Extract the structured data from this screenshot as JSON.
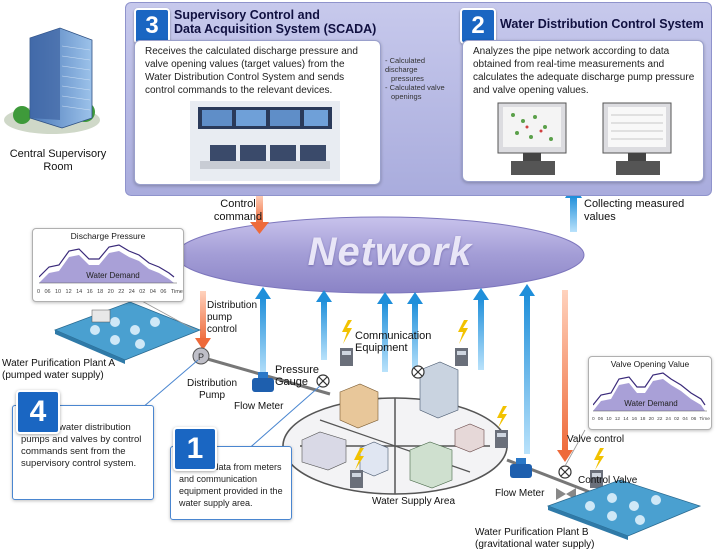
{
  "scada": {
    "number": "3",
    "title_line1": "Supervisory Control and",
    "title_line2": "Data Acquisition System (SCADA)",
    "description": "Receives the calculated discharge pressure and valve opening values (target values) from the Water Distribution Control System and sends control commands to the relevant devices."
  },
  "wdcs": {
    "number": "2",
    "title": "Water Distribution Control System",
    "description": "Analyzes the pipe network according to data obtained from real-time measurements and calculates the adequate discharge pump pressure and valve opening values."
  },
  "transfer_notes": {
    "line1": "- Calculated discharge",
    "line2": "pressures",
    "line3": "- Calculated valve",
    "line4": "openings"
  },
  "central_room": {
    "line1": "Central Supervisory",
    "line2": "Room"
  },
  "network": {
    "label": "Network"
  },
  "labels": {
    "control_cmd_1": "Control",
    "control_cmd_2": "command",
    "collecting_1": "Collecting measured",
    "collecting_2": "values",
    "dist_pump_ctrl_1": "Distribution",
    "dist_pump_ctrl_2": "pump",
    "dist_pump_ctrl_3": "control",
    "comm_equip_1": "Communication",
    "comm_equip_2": "Equipment",
    "pressure_gauge_1": "Pressure",
    "pressure_gauge_2": "Gauge",
    "dist_pump_1": "Distribution",
    "dist_pump_2": "Pump",
    "flow_meter_a": "Flow Meter",
    "flow_meter_b": "Flow Meter",
    "valve_control": "Valve control",
    "control_valve": "Control Valve",
    "water_supply_area": "Water Supply Area",
    "plant_a_1": "Water Purification Plant A",
    "plant_a_2": "(pumped water supply)",
    "plant_b_1": "Water Purification Plant B",
    "plant_b_2": "(gravitational water supply)"
  },
  "step4": {
    "number": "4",
    "description": "Controls water distribution pumps and valves by control commands sent from the supervisory control system."
  },
  "step1": {
    "number": "1",
    "description": "Collects data from meters and communication equipment provided in the water supply area."
  },
  "discharge_chart": {
    "title": "Discharge Pressure",
    "area_label": "Water Demand",
    "ticks": [
      "0",
      "06",
      "10",
      "12",
      "14",
      "16",
      "18",
      "20",
      "22",
      "24",
      "02",
      "04",
      "06",
      "Time"
    ]
  },
  "valve_chart": {
    "title": "Valve Opening Value",
    "area_label": "Water Demand",
    "ticks": [
      "0",
      "06",
      "10",
      "12",
      "14",
      "16",
      "18",
      "20",
      "22",
      "24",
      "02",
      "04",
      "06",
      "Time"
    ]
  },
  "colors": {
    "panel": "#b8bbe6",
    "badge": "#1a66c2",
    "arrow_up": "#3aa0e0",
    "arrow_down": "#f07a50",
    "network": "#a9a4d8"
  }
}
